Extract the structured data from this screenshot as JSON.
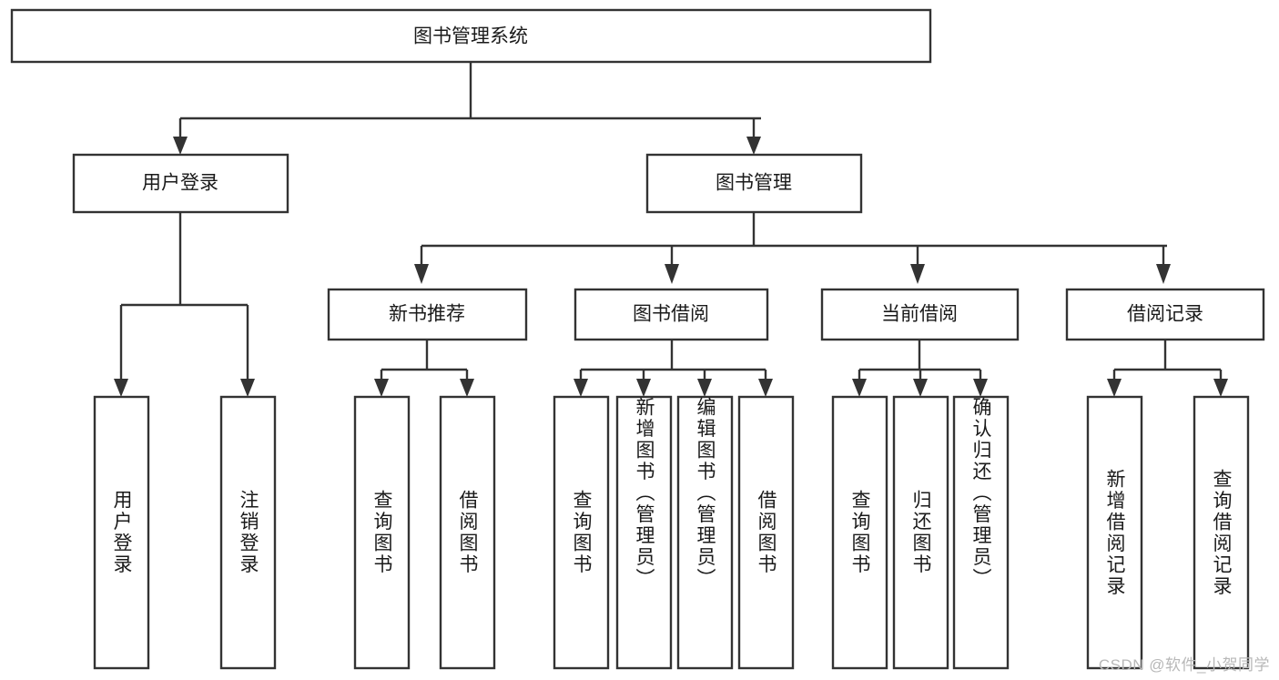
{
  "diagram": {
    "title": "图书管理系统",
    "type": "tree",
    "root": {
      "label": "图书管理系统",
      "orientation": "horizontal"
    },
    "level2": [
      {
        "label": "用户登录",
        "orientation": "horizontal"
      },
      {
        "label": "图书管理",
        "orientation": "horizontal"
      }
    ],
    "level3": [
      {
        "label": "新书推荐",
        "orientation": "horizontal"
      },
      {
        "label": "图书借阅",
        "orientation": "horizontal"
      },
      {
        "label": "当前借阅",
        "orientation": "horizontal"
      },
      {
        "label": "借阅记录",
        "orientation": "horizontal"
      }
    ],
    "leaves": {
      "user_login": [
        {
          "label": "用户登录",
          "orientation": "vertical"
        },
        {
          "label": "注销登录",
          "orientation": "vertical"
        }
      ],
      "new_book_recommend": [
        {
          "label": "查询图书",
          "orientation": "vertical"
        },
        {
          "label": "借阅图书",
          "orientation": "vertical"
        }
      ],
      "book_borrow": [
        {
          "label": "查询图书",
          "orientation": "vertical"
        },
        {
          "label": "新增图书（管理员）",
          "orientation": "vertical"
        },
        {
          "label": "编辑图书（管理员）",
          "orientation": "vertical"
        },
        {
          "label": "借阅图书",
          "orientation": "vertical"
        }
      ],
      "current_borrow": [
        {
          "label": "查询图书",
          "orientation": "vertical"
        },
        {
          "label": "归还图书",
          "orientation": "vertical"
        },
        {
          "label": "确认归还（管理员）",
          "orientation": "vertical"
        }
      ],
      "borrow_record": [
        {
          "label": "新增借阅记录",
          "orientation": "vertical"
        },
        {
          "label": "查询借阅记录",
          "orientation": "vertical"
        }
      ]
    },
    "colors": {
      "box_stroke": "#333333",
      "box_fill": "#ffffff",
      "text": "#1a1a1a",
      "connector": "#333333",
      "background": "#ffffff",
      "watermark": "#b8b8b8"
    }
  },
  "watermark": {
    "text": "CSDN @软件_小贺同学"
  }
}
